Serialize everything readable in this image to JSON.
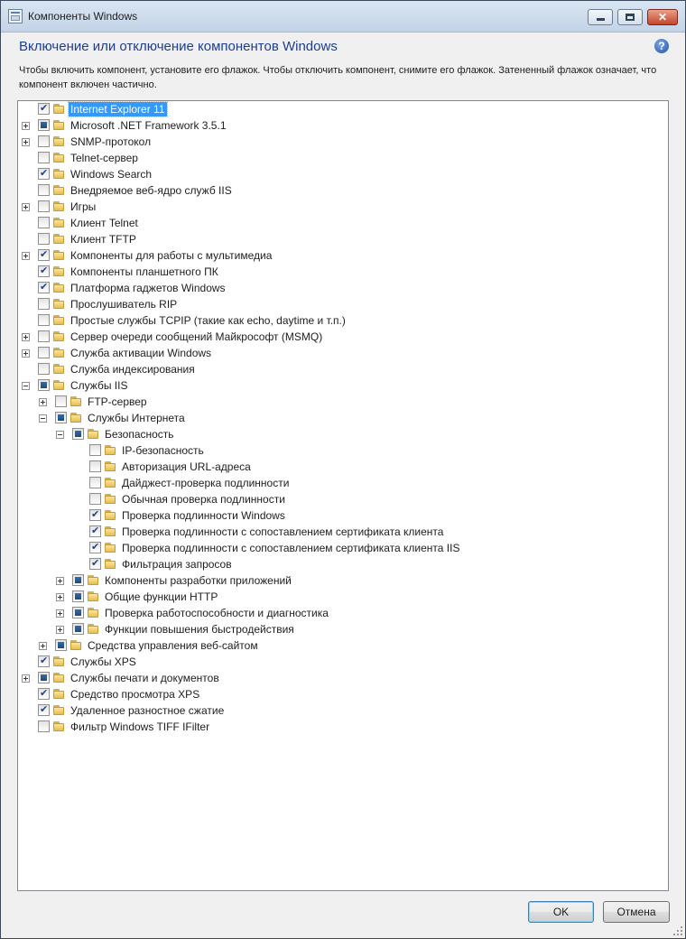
{
  "window": {
    "title": "Компоненты Windows"
  },
  "dialog": {
    "heading": "Включение или отключение компонентов Windows",
    "help_icon": "?",
    "instructions": "Чтобы включить компонент, установите его флажок. Чтобы отключить компонент, снимите его флажок. Затененный флажок означает, что компонент включен частично.",
    "ok_label": "OK",
    "cancel_label": "Отмена"
  },
  "tree": [
    {
      "label": "Internet Explorer 11",
      "level": 0,
      "expander": "none",
      "state": "checked",
      "selected": true
    },
    {
      "label": "Microsoft .NET Framework 3.5.1",
      "level": 0,
      "expander": "plus",
      "state": "partial"
    },
    {
      "label": "SNMP-протокол",
      "level": 0,
      "expander": "plus",
      "state": "unchecked"
    },
    {
      "label": "Telnet-сервер",
      "level": 0,
      "expander": "none",
      "state": "unchecked"
    },
    {
      "label": "Windows Search",
      "level": 0,
      "expander": "none",
      "state": "checked"
    },
    {
      "label": "Внедряемое веб-ядро служб IIS",
      "level": 0,
      "expander": "none",
      "state": "unchecked"
    },
    {
      "label": "Игры",
      "level": 0,
      "expander": "plus",
      "state": "unchecked"
    },
    {
      "label": "Клиент Telnet",
      "level": 0,
      "expander": "none",
      "state": "unchecked"
    },
    {
      "label": "Клиент TFTP",
      "level": 0,
      "expander": "none",
      "state": "unchecked"
    },
    {
      "label": "Компоненты для работы с мультимедиа",
      "level": 0,
      "expander": "plus",
      "state": "checked"
    },
    {
      "label": "Компоненты планшетного ПК",
      "level": 0,
      "expander": "none",
      "state": "checked"
    },
    {
      "label": "Платформа гаджетов Windows",
      "level": 0,
      "expander": "none",
      "state": "checked"
    },
    {
      "label": "Прослушиватель RIP",
      "level": 0,
      "expander": "none",
      "state": "unchecked"
    },
    {
      "label": "Простые службы TCPIP (такие как echo, daytime и т.п.)",
      "level": 0,
      "expander": "none",
      "state": "unchecked"
    },
    {
      "label": "Сервер очереди сообщений Майкрософт (MSMQ)",
      "level": 0,
      "expander": "plus",
      "state": "unchecked"
    },
    {
      "label": "Служба активации Windows",
      "level": 0,
      "expander": "plus",
      "state": "unchecked"
    },
    {
      "label": "Служба индексирования",
      "level": 0,
      "expander": "none",
      "state": "unchecked"
    },
    {
      "label": "Службы IIS",
      "level": 0,
      "expander": "minus",
      "state": "partial"
    },
    {
      "label": "FTP-сервер",
      "level": 1,
      "expander": "plus",
      "state": "unchecked"
    },
    {
      "label": "Службы Интернета",
      "level": 1,
      "expander": "minus",
      "state": "partial"
    },
    {
      "label": "Безопасность",
      "level": 2,
      "expander": "minus",
      "state": "partial"
    },
    {
      "label": "IP-безопасность",
      "level": 3,
      "expander": "none",
      "state": "unchecked"
    },
    {
      "label": "Авторизация URL-адреса",
      "level": 3,
      "expander": "none",
      "state": "unchecked"
    },
    {
      "label": "Дайджест-проверка подлинности",
      "level": 3,
      "expander": "none",
      "state": "unchecked"
    },
    {
      "label": "Обычная проверка подлинности",
      "level": 3,
      "expander": "none",
      "state": "unchecked"
    },
    {
      "label": "Проверка подлинности Windows",
      "level": 3,
      "expander": "none",
      "state": "checked"
    },
    {
      "label": "Проверка подлинности с сопоставлением сертификата клиента",
      "level": 3,
      "expander": "none",
      "state": "checked"
    },
    {
      "label": "Проверка подлинности с сопоставлением сертификата клиента IIS",
      "level": 3,
      "expander": "none",
      "state": "checked"
    },
    {
      "label": "Фильтрация запросов",
      "level": 3,
      "expander": "none",
      "state": "checked"
    },
    {
      "label": "Компоненты разработки приложений",
      "level": 2,
      "expander": "plus",
      "state": "partial"
    },
    {
      "label": "Общие функции HTTP",
      "level": 2,
      "expander": "plus",
      "state": "partial"
    },
    {
      "label": "Проверка работоспособности и диагностика",
      "level": 2,
      "expander": "plus",
      "state": "partial"
    },
    {
      "label": "Функции повышения быстродействия",
      "level": 2,
      "expander": "plus",
      "state": "partial"
    },
    {
      "label": "Средства управления веб-сайтом",
      "level": 1,
      "expander": "plus",
      "state": "partial"
    },
    {
      "label": "Службы XPS",
      "level": 0,
      "expander": "none",
      "state": "checked"
    },
    {
      "label": "Службы печати и документов",
      "level": 0,
      "expander": "plus",
      "state": "partial"
    },
    {
      "label": "Средство просмотра XPS",
      "level": 0,
      "expander": "none",
      "state": "checked"
    },
    {
      "label": "Удаленное разностное сжатие",
      "level": 0,
      "expander": "none",
      "state": "checked"
    },
    {
      "label": "Фильтр Windows TIFF IFilter",
      "level": 0,
      "expander": "none",
      "state": "unchecked"
    }
  ]
}
